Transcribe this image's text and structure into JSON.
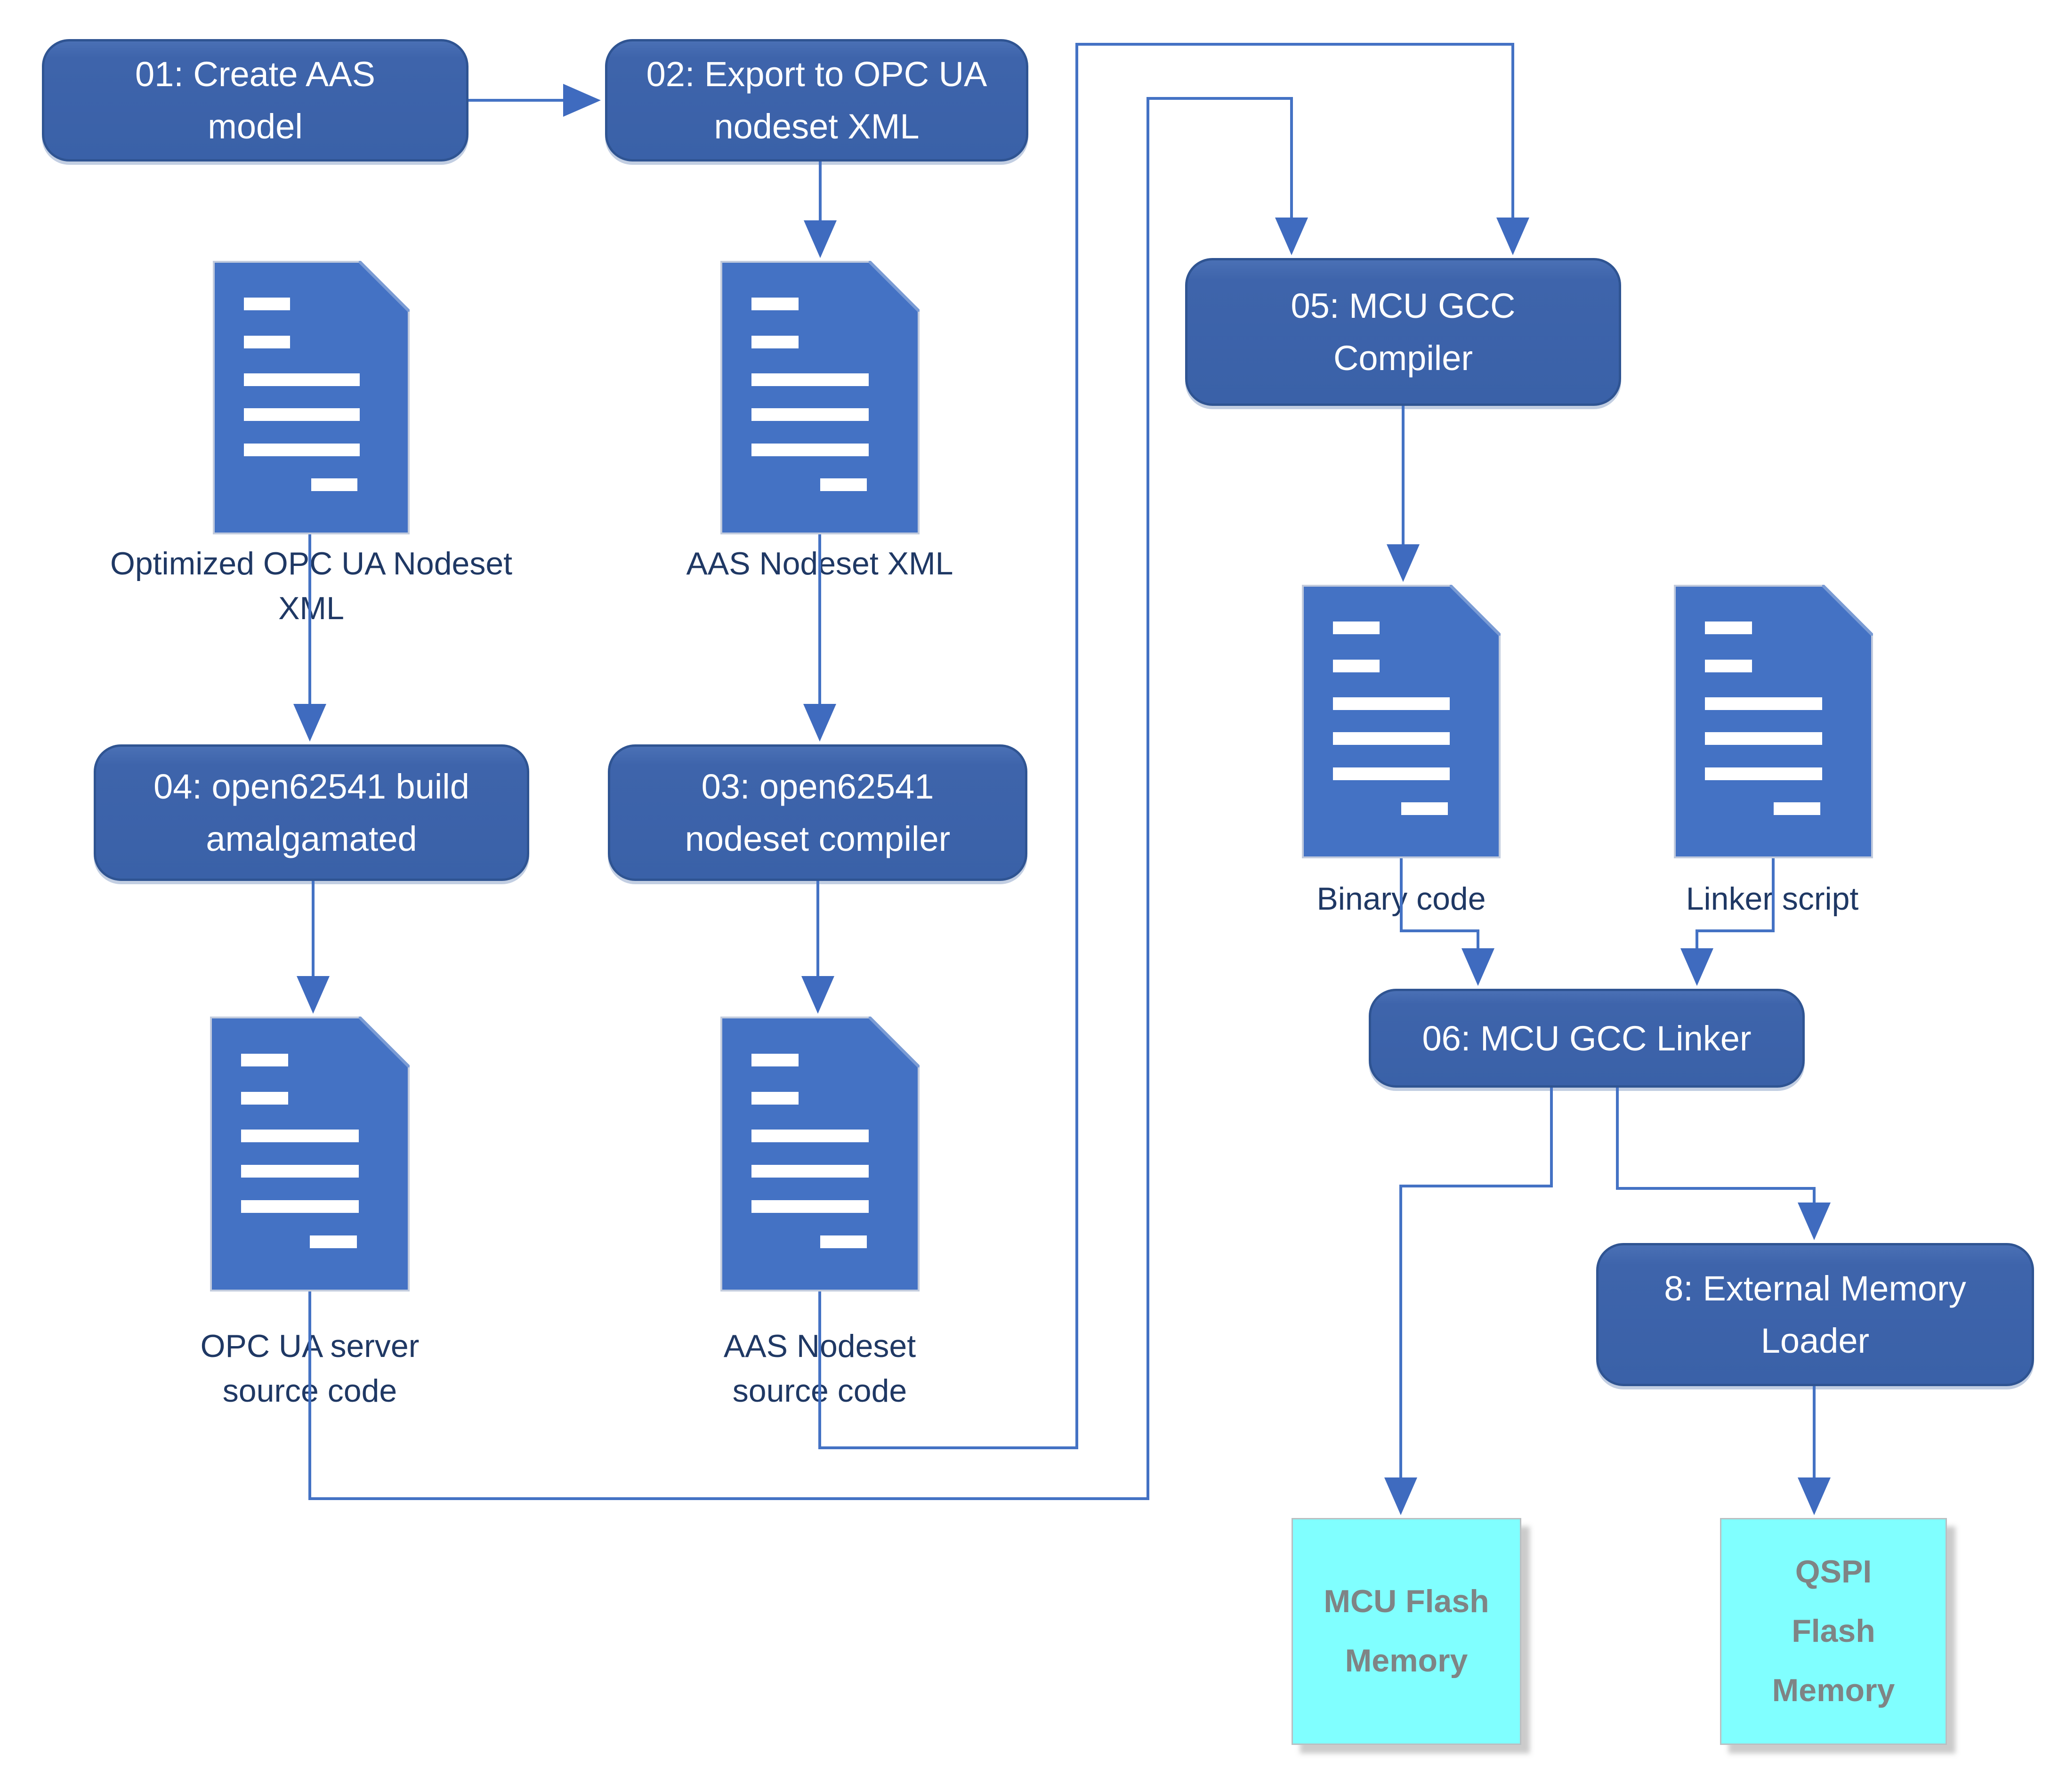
{
  "diagram": {
    "background": "#ffffff",
    "colors": {
      "process_fill": "#3e64ab",
      "process_border": "#2f5492",
      "process_text": "#ffffff",
      "document_fill": "#4472c4",
      "document_text_lines": "#ffffff",
      "connector": "#4472c4",
      "arrowhead": "#3f6bbf",
      "caption_text": "#1f3864",
      "memory_fill": "#80ffff",
      "memory_text": "#7f8485"
    },
    "process_boxes": [
      {
        "id": "01",
        "label": "01: Create AAS model",
        "lines": [
          "01: Create AAS",
          "model"
        ]
      },
      {
        "id": "02",
        "label": "02: Export to OPC UA nodeset XML",
        "lines": [
          "02: Export to OPC UA",
          "nodeset XML"
        ]
      },
      {
        "id": "03",
        "label": "03: open62541 nodeset compiler",
        "lines": [
          "03: open62541",
          "nodeset compiler"
        ]
      },
      {
        "id": "04",
        "label": "04: open62541 build amalgamated",
        "lines": [
          "04: open62541 build",
          "amalgamated"
        ]
      },
      {
        "id": "05",
        "label": "05: MCU GCC Compiler",
        "lines": [
          "05: MCU GCC",
          "Compiler"
        ]
      },
      {
        "id": "06",
        "label": "06: MCU GCC Linker",
        "lines": [
          "06: MCU GCC Linker"
        ]
      },
      {
        "id": "08",
        "label": "8: External Memory Loader",
        "lines": [
          "8: External Memory",
          "Loader"
        ]
      }
    ],
    "documents": [
      {
        "id": "optimized-nodeset-xml",
        "label": "Optimized OPC UA Nodeset XML",
        "caption_lines": [
          "Optimized OPC UA Nodeset",
          "XML"
        ]
      },
      {
        "id": "aas-nodeset-xml",
        "label": "AAS Nodeset XML",
        "caption_lines": [
          "AAS Nodeset XML"
        ]
      },
      {
        "id": "opcua-server-source",
        "label": "OPC UA server source code",
        "caption_lines": [
          "OPC UA server",
          "source code"
        ]
      },
      {
        "id": "aas-nodeset-source",
        "label": "AAS Nodeset source code",
        "caption_lines": [
          "AAS Nodeset",
          "source code"
        ]
      },
      {
        "id": "binary-code",
        "label": "Binary code",
        "caption_lines": [
          "Binary code"
        ]
      },
      {
        "id": "linker-script",
        "label": "Linker script",
        "caption_lines": [
          "Linker script"
        ]
      }
    ],
    "memory_blocks": [
      {
        "id": "mcu-flash",
        "label": "MCU Flash Memory",
        "lines": [
          "MCU Flash",
          "Memory"
        ]
      },
      {
        "id": "qspi-flash",
        "label": "QSPI Flash Memory",
        "lines": [
          "QSPI",
          "Flash",
          "Memory"
        ]
      }
    ],
    "connections": [
      {
        "from": "01: Create AAS model",
        "to": "02: Export to OPC UA nodeset XML"
      },
      {
        "from": "02: Export to OPC UA nodeset XML",
        "to": "AAS Nodeset XML"
      },
      {
        "from": "AAS Nodeset XML",
        "to": "03: open62541 nodeset compiler"
      },
      {
        "from": "Optimized OPC UA Nodeset XML",
        "to": "04: open62541 build amalgamated"
      },
      {
        "from": "04: open62541 build amalgamated",
        "to": "OPC UA server source code"
      },
      {
        "from": "03: open62541 nodeset compiler",
        "to": "AAS Nodeset source code"
      },
      {
        "from": "AAS Nodeset source code",
        "to": "05: MCU GCC Compiler"
      },
      {
        "from": "OPC UA server source code",
        "to": "05: MCU GCC Compiler"
      },
      {
        "from": "05: MCU GCC Compiler",
        "to": "Binary code"
      },
      {
        "from": "Binary code",
        "to": "06: MCU GCC Linker"
      },
      {
        "from": "Linker script",
        "to": "06: MCU GCC Linker"
      },
      {
        "from": "06: MCU GCC Linker",
        "to": "MCU Flash Memory"
      },
      {
        "from": "06: MCU GCC Linker",
        "to": "8: External Memory Loader"
      },
      {
        "from": "8: External Memory Loader",
        "to": "QSPI Flash Memory"
      }
    ]
  }
}
